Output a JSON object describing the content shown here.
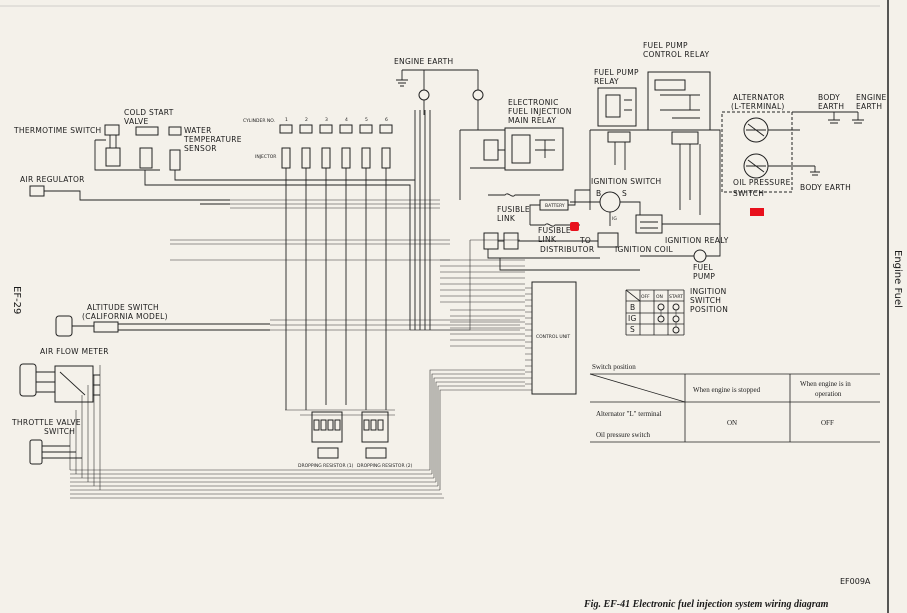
{
  "side_labels": {
    "page_number": "EF-29",
    "section": "Engine Fuel"
  },
  "components": {
    "thermotime_switch": "THERMOTIME SWITCH",
    "cold_start_valve_1": "COLD START",
    "cold_start_valve_2": "VALVE",
    "water_temp_1": "WATER",
    "water_temp_2": "TEMPERATURE",
    "water_temp_3": "SENSOR",
    "cylinder_no": "CYLINDER NO.",
    "injector": "INJECTOR",
    "air_regulator": "AIR REGULATOR",
    "engine_earth_top": "ENGINE EARTH",
    "efi_relay_1": "ELECTRONIC",
    "efi_relay_2": "FUEL INJECTION",
    "efi_relay_3": "MAIN RELAY",
    "fuel_pump_relay_1": "FUEL PUMP",
    "fuel_pump_relay_2": "RELAY",
    "fuel_pump_control_1": "FUEL PUMP",
    "fuel_pump_control_2": "CONTROL RELAY",
    "alternator_1": "ALTERNATOR",
    "alternator_2": "(L-TERMINAL)",
    "body_earth_top_1": "BODY",
    "body_earth_top_2": "EARTH",
    "engine_earth_right_1": "ENGINE",
    "engine_earth_right_2": "EARTH",
    "oil_pressure_1": "OIL PRESSURE",
    "oil_pressure_2": "SWITCH",
    "body_earth_right": "BODY EARTH",
    "ignition_switch": "IGNITION SWITCH",
    "ignition_switch_b": "B",
    "ignition_switch_s": "S",
    "ignition_switch_ig": "IG",
    "battery": "BATTERY",
    "fusible_link_1a": "FUSIBLE",
    "fusible_link_1b": "LINK",
    "fusible_link_2a": "FUSIBLE",
    "fusible_link_2b": "LINK",
    "to_distributor_1": "TO",
    "to_distributor_2": "DISTRIBUTOR",
    "ignition_coil": "IGNITION COIL",
    "ignition_relay": "IGNITION REALY",
    "fuel_pump_1": "FUEL",
    "fuel_pump_2": "PUMP",
    "ignition_switch_pos_1": "INGITION",
    "ignition_switch_pos_2": "SWITCH",
    "ignition_switch_pos_3": "POSITION",
    "altitude_switch_1": "ALTITUDE SWITCH",
    "altitude_switch_2": "(CALIFORNIA MODEL)",
    "air_flow_meter": "AIR FLOW METER",
    "throttle_valve_1": "THROTTLE VALVE",
    "throttle_valve_2": "SWITCH",
    "control_unit": "CONTROL UNIT",
    "dropping_resistor_1": "DROPPING RESISTOR (1)",
    "dropping_resistor_2": "DROPPING RESISTOR (2)"
  },
  "position_table": {
    "headers": [
      "OFF",
      "ON",
      "START"
    ],
    "rows": [
      "B",
      "IG",
      "S"
    ]
  },
  "status_table": {
    "corner_label": "Switch position",
    "col_stopped": "When engine is stopped",
    "col_operation_1": "When engine is in",
    "col_operation_2": "operation",
    "row_alternator": "Alternator \"L\" terminal",
    "row_oil": "Oil pressure switch",
    "val_stopped": "ON",
    "val_operation": "OFF"
  },
  "figure": {
    "code": "EF009A",
    "caption": "Fig. EF-41  Electronic fuel injection system wiring diagram"
  },
  "cylinders": [
    "1",
    "2",
    "3",
    "4",
    "5",
    "6"
  ],
  "colors": {
    "paper": "#f4f1ea",
    "ink": "#1a1a1a",
    "marker": "#e8101c"
  }
}
